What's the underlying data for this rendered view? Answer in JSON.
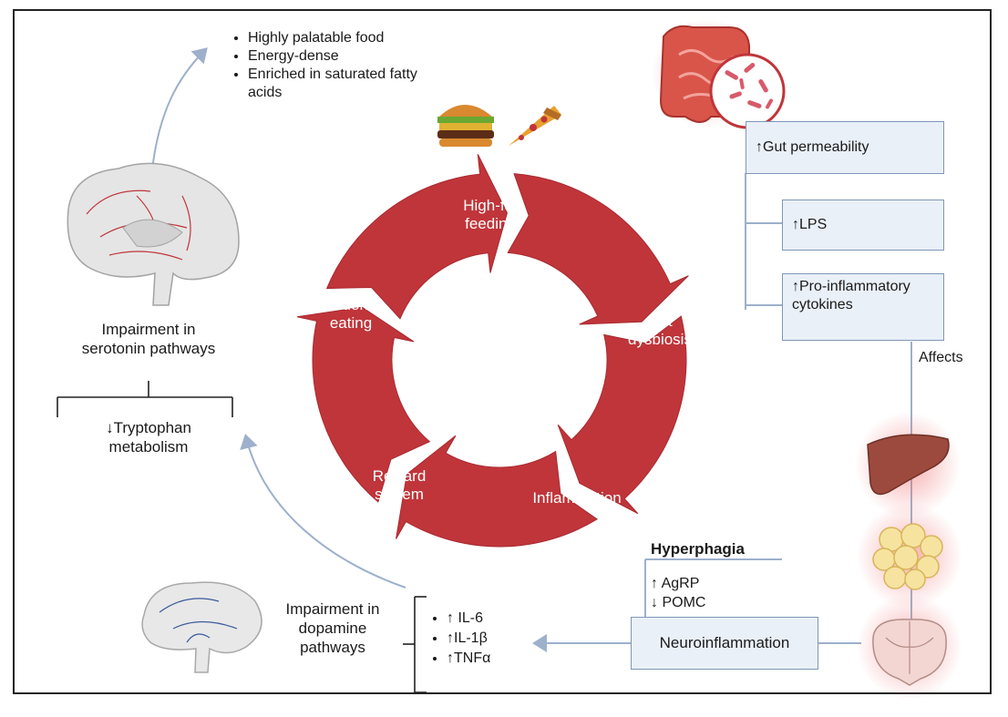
{
  "cycle": {
    "segments": [
      {
        "label": "High-fat feeding"
      },
      {
        "label": "Gut dysbiosis"
      },
      {
        "label": "Inflammation"
      },
      {
        "label": "Reward system"
      },
      {
        "label": "Hedonic eating"
      }
    ]
  },
  "food_traits": [
    "Highly palatable food",
    "Energy-dense",
    "Enriched in saturated fatty acids"
  ],
  "gut_effects": {
    "items": [
      "↑Gut permeability",
      "↑LPS",
      "↑Pro-inflammatory cytokines"
    ],
    "affects_label": "Affects"
  },
  "serotonin": {
    "title": "Impairment in serotonin pathways",
    "effect": "↓Tryptophan metabolism"
  },
  "dopamine": {
    "title": "Impairment in dopamine pathways",
    "markers": [
      "↑ IL-6",
      "↑IL-1β",
      "↑TNFα"
    ]
  },
  "hyperphagia": {
    "title": "Hyperphagia",
    "items": [
      "↑ AgRP",
      "↓ POMC"
    ]
  },
  "neuroinflammation_label": "Neuroinflammation",
  "colors": {
    "cycle_red": "#c0353a",
    "box_fill": "#eaf0f8",
    "box_border": "#7f97b8",
    "connector": "#9db0cc",
    "glow": "#f28b8b"
  },
  "icons": [
    "burger-icon",
    "pizza-icon",
    "brain-icon",
    "intestine-icon",
    "bacteria-icon",
    "liver-icon",
    "adipose-icon",
    "brain-section-icon"
  ]
}
